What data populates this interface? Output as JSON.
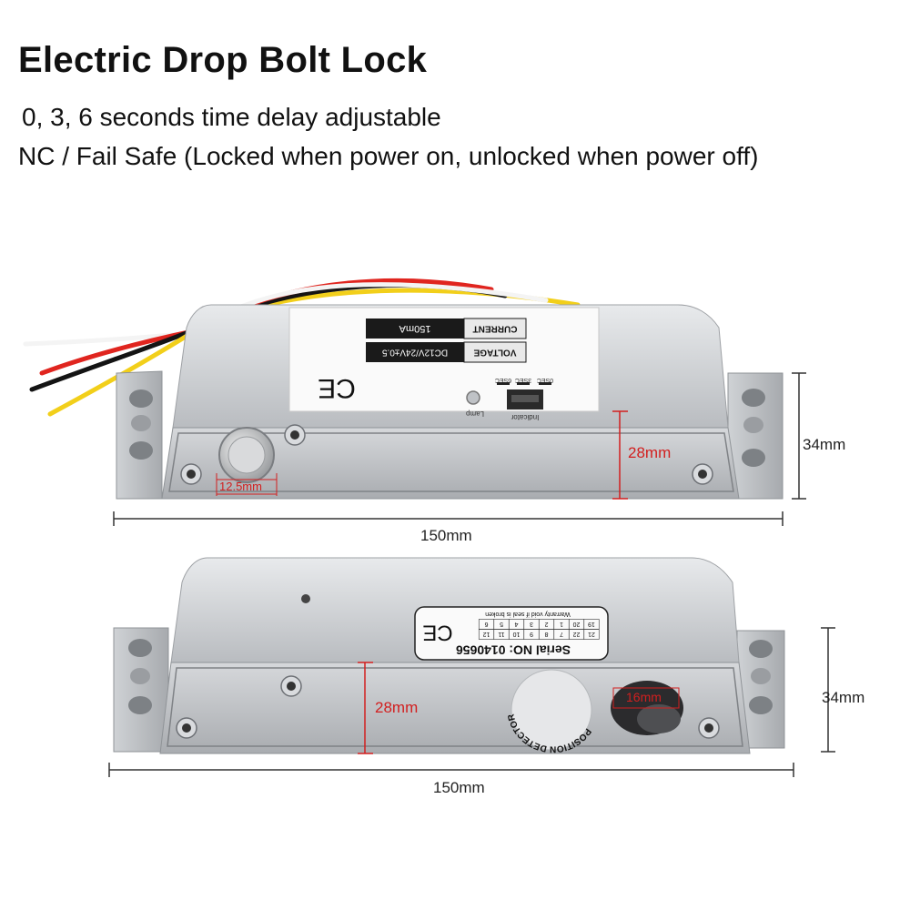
{
  "heading": {
    "title": "Electric Drop Bolt Lock",
    "line1": "0, 3, 6 seconds time delay adjustable",
    "line2": "NC / Fail Safe (Locked when power on, unlocked when power off)"
  },
  "top_view": {
    "label": {
      "current_key": "CURRENT",
      "current_val": "150mA",
      "voltage_key": "VOLTAGE",
      "voltage_val": "DC12V/24V±0.5"
    },
    "ce_mark": "CE",
    "switch_labels": [
      "0SEC",
      "3SEC",
      "6SEC"
    ],
    "lamp_label": "Lamp",
    "indicator_label": "Indicator",
    "dims": {
      "width": "150mm",
      "height": "34mm",
      "inner_height": "28mm",
      "bolt_diameter": "12.5mm"
    }
  },
  "bottom_view": {
    "label": {
      "warranty": "Warranty void if seal is broken",
      "digits_row1": [
        "19",
        "20",
        "1",
        "2",
        "3",
        "4",
        "5",
        "6"
      ],
      "digits_row2": [
        "21",
        "22",
        "7",
        "8",
        "9",
        "10",
        "11",
        "12"
      ],
      "serial": "Serial NO: 0140656",
      "ce_mark": "CE"
    },
    "detector_text": "POSITION DETECTOR",
    "dims": {
      "width": "150mm",
      "height": "34mm",
      "inner_height": "28mm",
      "hole_diameter": "16mm"
    }
  },
  "colors": {
    "dimension_red": "#d21f1f",
    "wire_red": "#e0251f",
    "wire_yellow": "#f2cf1a",
    "wire_black": "#141414",
    "body_silver": "#c9ccd0"
  }
}
